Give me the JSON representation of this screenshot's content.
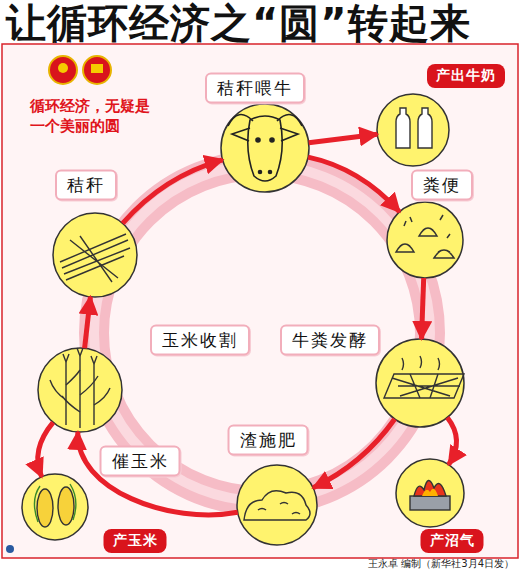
{
  "diagram": {
    "title": "让循环经济之“圆”转起来",
    "nodes": [
      {
        "text": [
          "秸秆喂牛"
        ]
      },
      {
        "text": [
          "产出牛奶"
        ]
      },
      {
        "text": [
          "粪便"
        ]
      },
      {
        "text": [
          "牛粪发酵"
        ]
      },
      {
        "text": [
          "产沼气"
        ]
      },
      {
        "text": [
          "渣施肥"
        ]
      },
      {
        "text": [
          "催玉米"
        ]
      },
      {
        "text": [
          "产玉米"
        ]
      },
      {
        "text": [
          "秸秆"
        ]
      }
    ],
    "edges": [
      {
        "from": 0,
        "to": 1,
        "arrow": "to"
      },
      {
        "from": 0,
        "to": 2,
        "arrow": "to"
      },
      {
        "from": 2,
        "to": 3,
        "arrow": "to"
      },
      {
        "from": 3,
        "to": 4,
        "arrow": "to"
      },
      {
        "from": 3,
        "to": 5,
        "arrow": "to"
      },
      {
        "from": 5,
        "to": 6,
        "arrow": "to"
      },
      {
        "from": 6,
        "to": 7,
        "arrow": "to"
      },
      {
        "from": 6,
        "to": 8,
        "label": "玉米收割",
        "arrow": "to"
      },
      {
        "from": 8,
        "to": 0,
        "arrow": "to"
      }
    ],
    "labels": [
      "循环经济，无疑是一个美丽的圆",
      "王永卓 编制（新华社3月4日发）"
    ]
  }
}
